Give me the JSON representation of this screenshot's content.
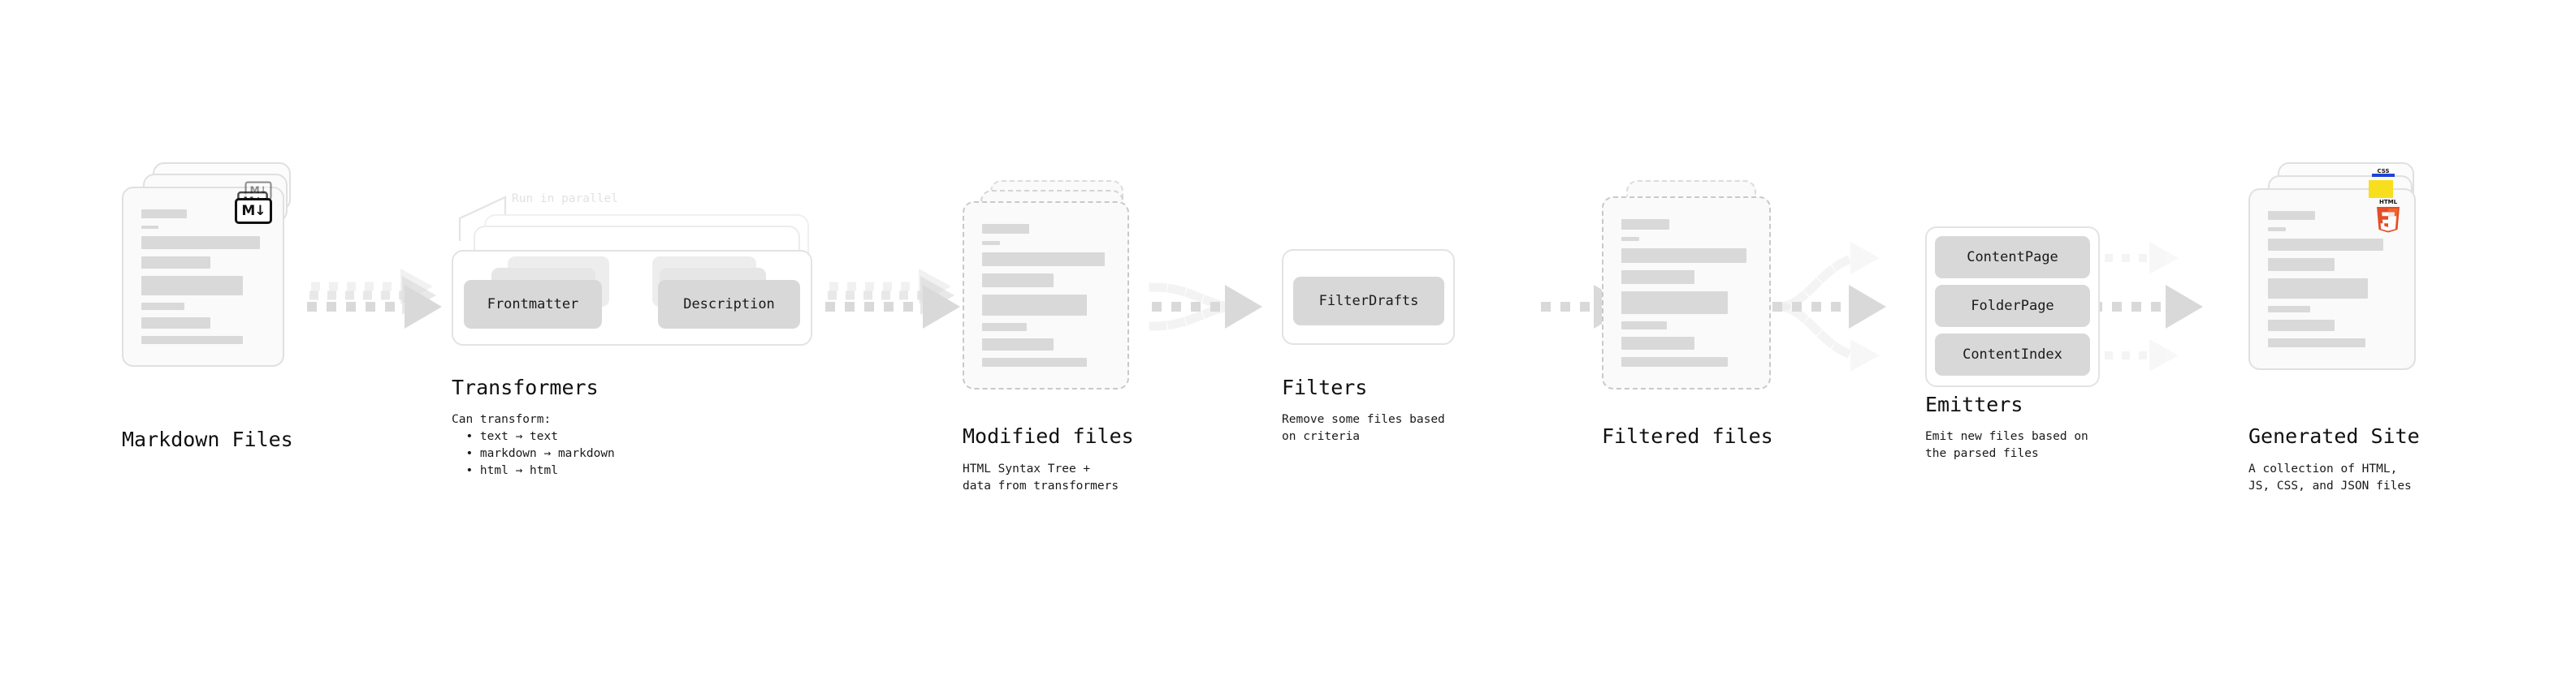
{
  "diagram": {
    "stages": [
      {
        "id": "markdown-files",
        "title": "Markdown Files",
        "sub": "",
        "badge": "markdown-icon"
      },
      {
        "id": "transformers",
        "title": "Transformers",
        "sub": "Can transform:\n  • text → text\n  • markdown → markdown\n  • html → html",
        "annotation": "Run in parallel",
        "chips": [
          "Frontmatter",
          "Description"
        ]
      },
      {
        "id": "modified-files",
        "title": "Modified files",
        "sub": "HTML Syntax Tree +\ndata from transformers"
      },
      {
        "id": "filters",
        "title": "Filters",
        "sub": "Remove some files based\non criteria",
        "chips": [
          "FilterDrafts"
        ]
      },
      {
        "id": "filtered-files",
        "title": "Filtered files",
        "sub": ""
      },
      {
        "id": "emitters",
        "title": "Emitters",
        "sub": "Emit new files based on\nthe parsed files",
        "chips": [
          "ContentPage",
          "FolderPage",
          "ContentIndex"
        ]
      },
      {
        "id": "generated-site",
        "title": "Generated Site",
        "sub": "A collection of HTML,\nJS, CSS, and JSON files",
        "badges": [
          "html5-icon",
          "js-icon",
          "css-icon"
        ]
      }
    ],
    "icons": {
      "markdown_label": "M↓",
      "css_label": "CSS",
      "html5_label": "HTML",
      "html5_digit": "5"
    },
    "colors": {
      "page_background": "#ffffff",
      "card_fill": "#fafafa",
      "card_border": "#e0e0e0",
      "card_border_dashed": "#c9c9c9",
      "placeholder_bar": "#d9d9d9",
      "chip_fill": "#d8d8d8",
      "arrow": "#d9d9d9",
      "annotation_text": "#e2e2e2",
      "text": "#101010",
      "html5_orange": "#e44d26",
      "html5_orange_light": "#f16529",
      "js_yellow": "#f7df1e",
      "css_blue": "#1f43d8"
    }
  }
}
